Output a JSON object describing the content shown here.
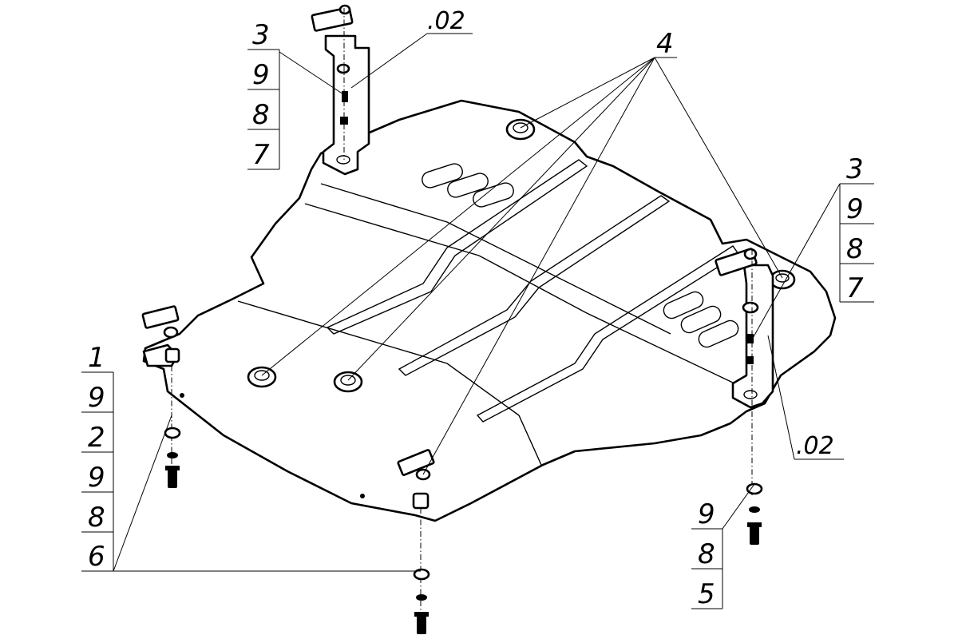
{
  "callouts": {
    "top_left_stack": [
      "3",
      "9",
      "8",
      "7"
    ],
    "top_ref": ".02",
    "top_center": "4",
    "right_stack": [
      "3",
      "9",
      "8",
      "7"
    ],
    "right_ref": ".02",
    "left_stack": [
      "1",
      "9",
      "2",
      "9",
      "8",
      "6"
    ],
    "bottom_right_stack": [
      "9",
      "8",
      "5"
    ]
  }
}
